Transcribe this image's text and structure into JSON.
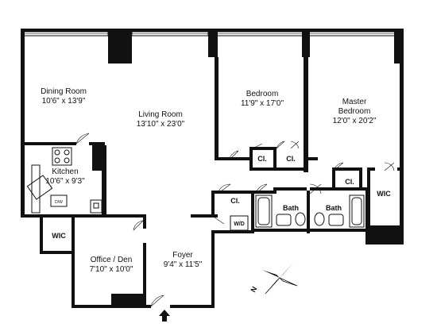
{
  "rooms": {
    "dining": {
      "name": "Dining Room",
      "dims": "10'6\" x 13'9\""
    },
    "living": {
      "name": "Living Room",
      "dims": "13'10\" x 23'0\""
    },
    "bedroom": {
      "name": "Bedroom",
      "dims": "11'9\" x 17'0\""
    },
    "master": {
      "name_line1": "Master",
      "name_line2": "Bedroom",
      "dims": "12'0\" x 20'2\""
    },
    "kitchen": {
      "name": "Kitchen",
      "dims": "10'6\" x 9'3\""
    },
    "office": {
      "name": "Office / Den",
      "dims": "7'10\" x 10'0\""
    },
    "foyer": {
      "name": "Foyer",
      "dims": "9'4\" x 11'5\""
    },
    "wic_left": {
      "name": "WIC"
    },
    "wic_right": {
      "name": "WIC"
    },
    "bath_left": {
      "name": "Bath"
    },
    "bath_right": {
      "name": "Bath"
    },
    "closet_bed_1": {
      "name": "Cl."
    },
    "closet_bed_2": {
      "name": "Cl."
    },
    "closet_hall": {
      "name": "Cl."
    },
    "closet_master": {
      "name": "Cl."
    },
    "laundry": {
      "name": "W/D"
    }
  },
  "fixtures": {
    "dishwasher": "D/W"
  },
  "compass": {
    "north": "N"
  }
}
